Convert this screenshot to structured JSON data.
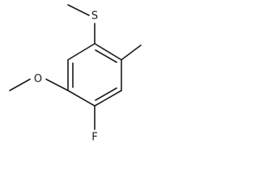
{
  "diagram": {
    "type": "skeletal-structure",
    "atoms": [
      {
        "id": "a1",
        "label": "S",
        "name": "sulfur-atom-label"
      },
      {
        "id": "a2",
        "label": "O",
        "name": "oxygen-atom-label"
      },
      {
        "id": "a3",
        "label": "F",
        "name": "fluorine-atom-label"
      }
    ]
  }
}
